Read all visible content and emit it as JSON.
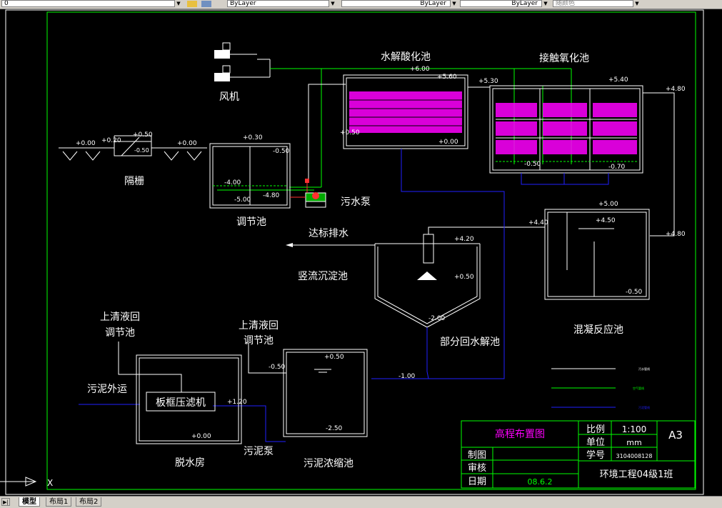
{
  "toolbar": {
    "layer_value": "0",
    "color_value": "ByLayer",
    "linetype_value": "ByLayer",
    "lineweight_value": "ByLayer",
    "plotstyle_value": "随颜色"
  },
  "tabs": [
    {
      "label": "模型",
      "active": true
    },
    {
      "label": "布局1",
      "active": false
    },
    {
      "label": "布局2",
      "active": false
    }
  ],
  "colors": {
    "background": "#000000",
    "border": "#ffffff",
    "frame": "#00ff00",
    "water_line": "#ffffff",
    "air_line": "#00ff00",
    "sludge_line": "#0000ff",
    "packing": "#ff00ff",
    "title_text": "#ff00ff"
  },
  "labels": {
    "fan": "风机",
    "screen": "隔栅",
    "equalization_tank": "调节池",
    "sewage_pump": "污水泵",
    "hydrolysis_tank": "水解酸化池",
    "contact_oxidation_tank": "接触氧化池",
    "discharge": "达标排水",
    "vertical_settler": "竖流沉淀池",
    "coagulation_tank": "混凝反应池",
    "partial_return": "部分回水解池",
    "supernatant_return_1_line1": "上清液回",
    "supernatant_return_1_line2": "调节池",
    "supernatant_return_2_line1": "上清液回",
    "supernatant_return_2_line2": "调节池",
    "sludge_out": "污泥外运",
    "filter_press": "板框压滤机",
    "dewatering_room": "脱水房",
    "sludge_pump": "污泥泵",
    "sludge_thickener": "污泥浓缩池"
  },
  "elevations": {
    "inlet_1": "+0.00",
    "inlet_2": "+0.20",
    "screen_top": "+0.50",
    "screen_mid": "-0.50",
    "screen_out": "+0.00",
    "eq_top": "+0.30",
    "eq_water": "-0.50",
    "eq_mid": "-4.00",
    "eq_bottom": "-5.00",
    "pump_inlet": "-4.80",
    "hyd_top": "+6.00",
    "hyd_water": "+5.60",
    "hyd_in": "+0.50",
    "hyd_bottom": "+0.00",
    "co_in": "+5.30",
    "co_top": "+5.40",
    "co_out": "+4.80",
    "co_bot_a": "-0.50",
    "co_bot_b": "-0.70",
    "coag_top": "+5.00",
    "coag_water": "+4.50",
    "coag_in": "+4.80",
    "coag_out": "+4.40",
    "coag_bottom": "-0.50",
    "vs_top": "+4.20",
    "vs_mid": "+0.50",
    "vs_bottom": "-2.00",
    "sludge_return": "-1.00",
    "thk_out": "-0.50",
    "thk_top": "+0.50",
    "thk_bottom": "-2.50",
    "press_in": "+1.20",
    "press_floor": "+0.00"
  },
  "legend": {
    "water": "污水管线",
    "air": "空气管线",
    "sludge": "污泥管线"
  },
  "title_block": {
    "drawing_title": "高程布置图",
    "scale_label": "比例",
    "scale_value": "1:100",
    "unit_label": "单位",
    "unit_value": "mm",
    "student_id_label": "学号",
    "student_id_value": "3104008128",
    "sheet_size": "A3",
    "drawn_by_label": "制图",
    "checked_by_label": "审核",
    "date_label": "日期",
    "date_value": "08.6.2",
    "class_name": "环境工程04级1班"
  },
  "ucs": {
    "x_label": "X"
  }
}
